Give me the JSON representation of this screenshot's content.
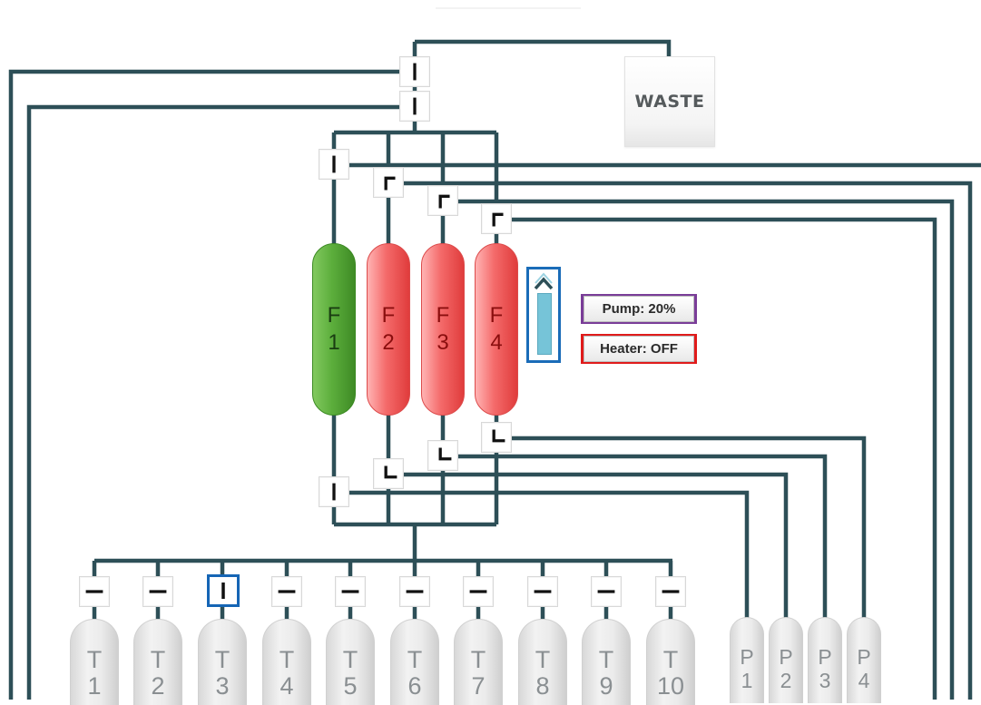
{
  "colors": {
    "pipe": "#2d4f57",
    "selection": "#1565b5",
    "active_filter": "#5cae3c",
    "inactive_filter": "#f46a6a"
  },
  "waste": {
    "label": "WASTE"
  },
  "filters": [
    {
      "line1": "F",
      "line2": "1",
      "state": "active",
      "color": "green"
    },
    {
      "line1": "F",
      "line2": "2",
      "state": "inactive",
      "color": "red"
    },
    {
      "line1": "F",
      "line2": "3",
      "state": "inactive",
      "color": "red"
    },
    {
      "line1": "F",
      "line2": "4",
      "state": "inactive",
      "color": "red"
    }
  ],
  "pump_control": {
    "icon": "chevron-up-icon",
    "level_percent": 20
  },
  "pump_status": {
    "label": "Pump: 20%",
    "border_color": "#7a3d98"
  },
  "heater_status": {
    "label": "Heater: OFF",
    "border_color": "#e01b1b"
  },
  "tanks": [
    {
      "line1": "T",
      "line2": "1"
    },
    {
      "line1": "T",
      "line2": "2"
    },
    {
      "line1": "T",
      "line2": "3"
    },
    {
      "line1": "T",
      "line2": "4"
    },
    {
      "line1": "T",
      "line2": "5"
    },
    {
      "line1": "T",
      "line2": "6"
    },
    {
      "line1": "T",
      "line2": "7"
    },
    {
      "line1": "T",
      "line2": "8"
    },
    {
      "line1": "T",
      "line2": "9"
    },
    {
      "line1": "T",
      "line2": "10"
    }
  ],
  "pools": [
    {
      "line1": "P",
      "line2": "1"
    },
    {
      "line1": "P",
      "line2": "2"
    },
    {
      "line1": "P",
      "line2": "3"
    },
    {
      "line1": "P",
      "line2": "4"
    }
  ]
}
